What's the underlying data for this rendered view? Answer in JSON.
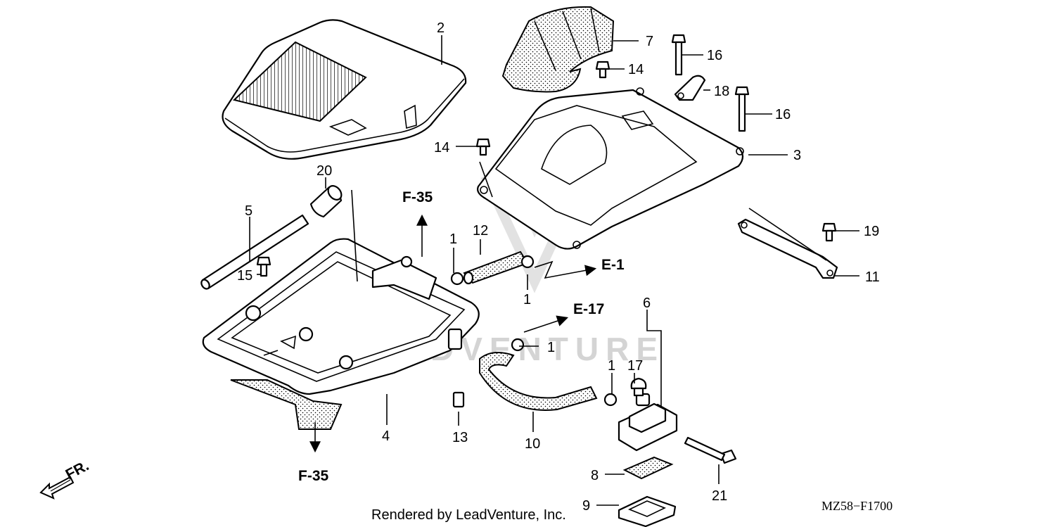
{
  "diagram_code": "MZ58−F1700",
  "footer_text": "Rendered by LeadVenture, Inc.",
  "watermark_text": "LEADVENTURE",
  "direction_label": "FR.",
  "callouts": {
    "p1a": "1",
    "p1b": "1",
    "p1c": "1",
    "p1d": "1",
    "p2": "2",
    "p3": "3",
    "p4": "4",
    "p5": "5",
    "p6": "6",
    "p7": "7",
    "p8": "8",
    "p9": "9",
    "p10": "10",
    "p11": "11",
    "p12": "12",
    "p13": "13",
    "p14a": "14",
    "p14b": "14",
    "p15": "15",
    "p16a": "16",
    "p16b": "16",
    "p17": "17",
    "p18": "18",
    "p19": "19",
    "p20": "20",
    "p21": "21"
  },
  "references": {
    "f35_top": "F-35",
    "f35_bottom": "F-35",
    "e1": "E-1",
    "e17": "E-17"
  }
}
